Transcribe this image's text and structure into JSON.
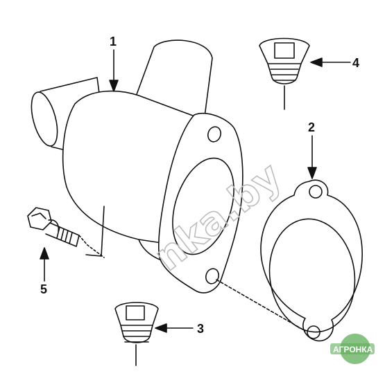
{
  "callouts": [
    {
      "id": "1",
      "label": "1"
    },
    {
      "id": "2",
      "label": "2"
    },
    {
      "id": "3",
      "label": "3"
    },
    {
      "id": "4",
      "label": "4"
    },
    {
      "id": "5",
      "label": "5"
    }
  ],
  "watermark": {
    "text": "nka.by"
  },
  "logo": {
    "text": "АГРОНКА"
  },
  "colors": {
    "line": "#111111",
    "watermark": "#bcbcbc",
    "logo_green": "#5fae5a"
  }
}
